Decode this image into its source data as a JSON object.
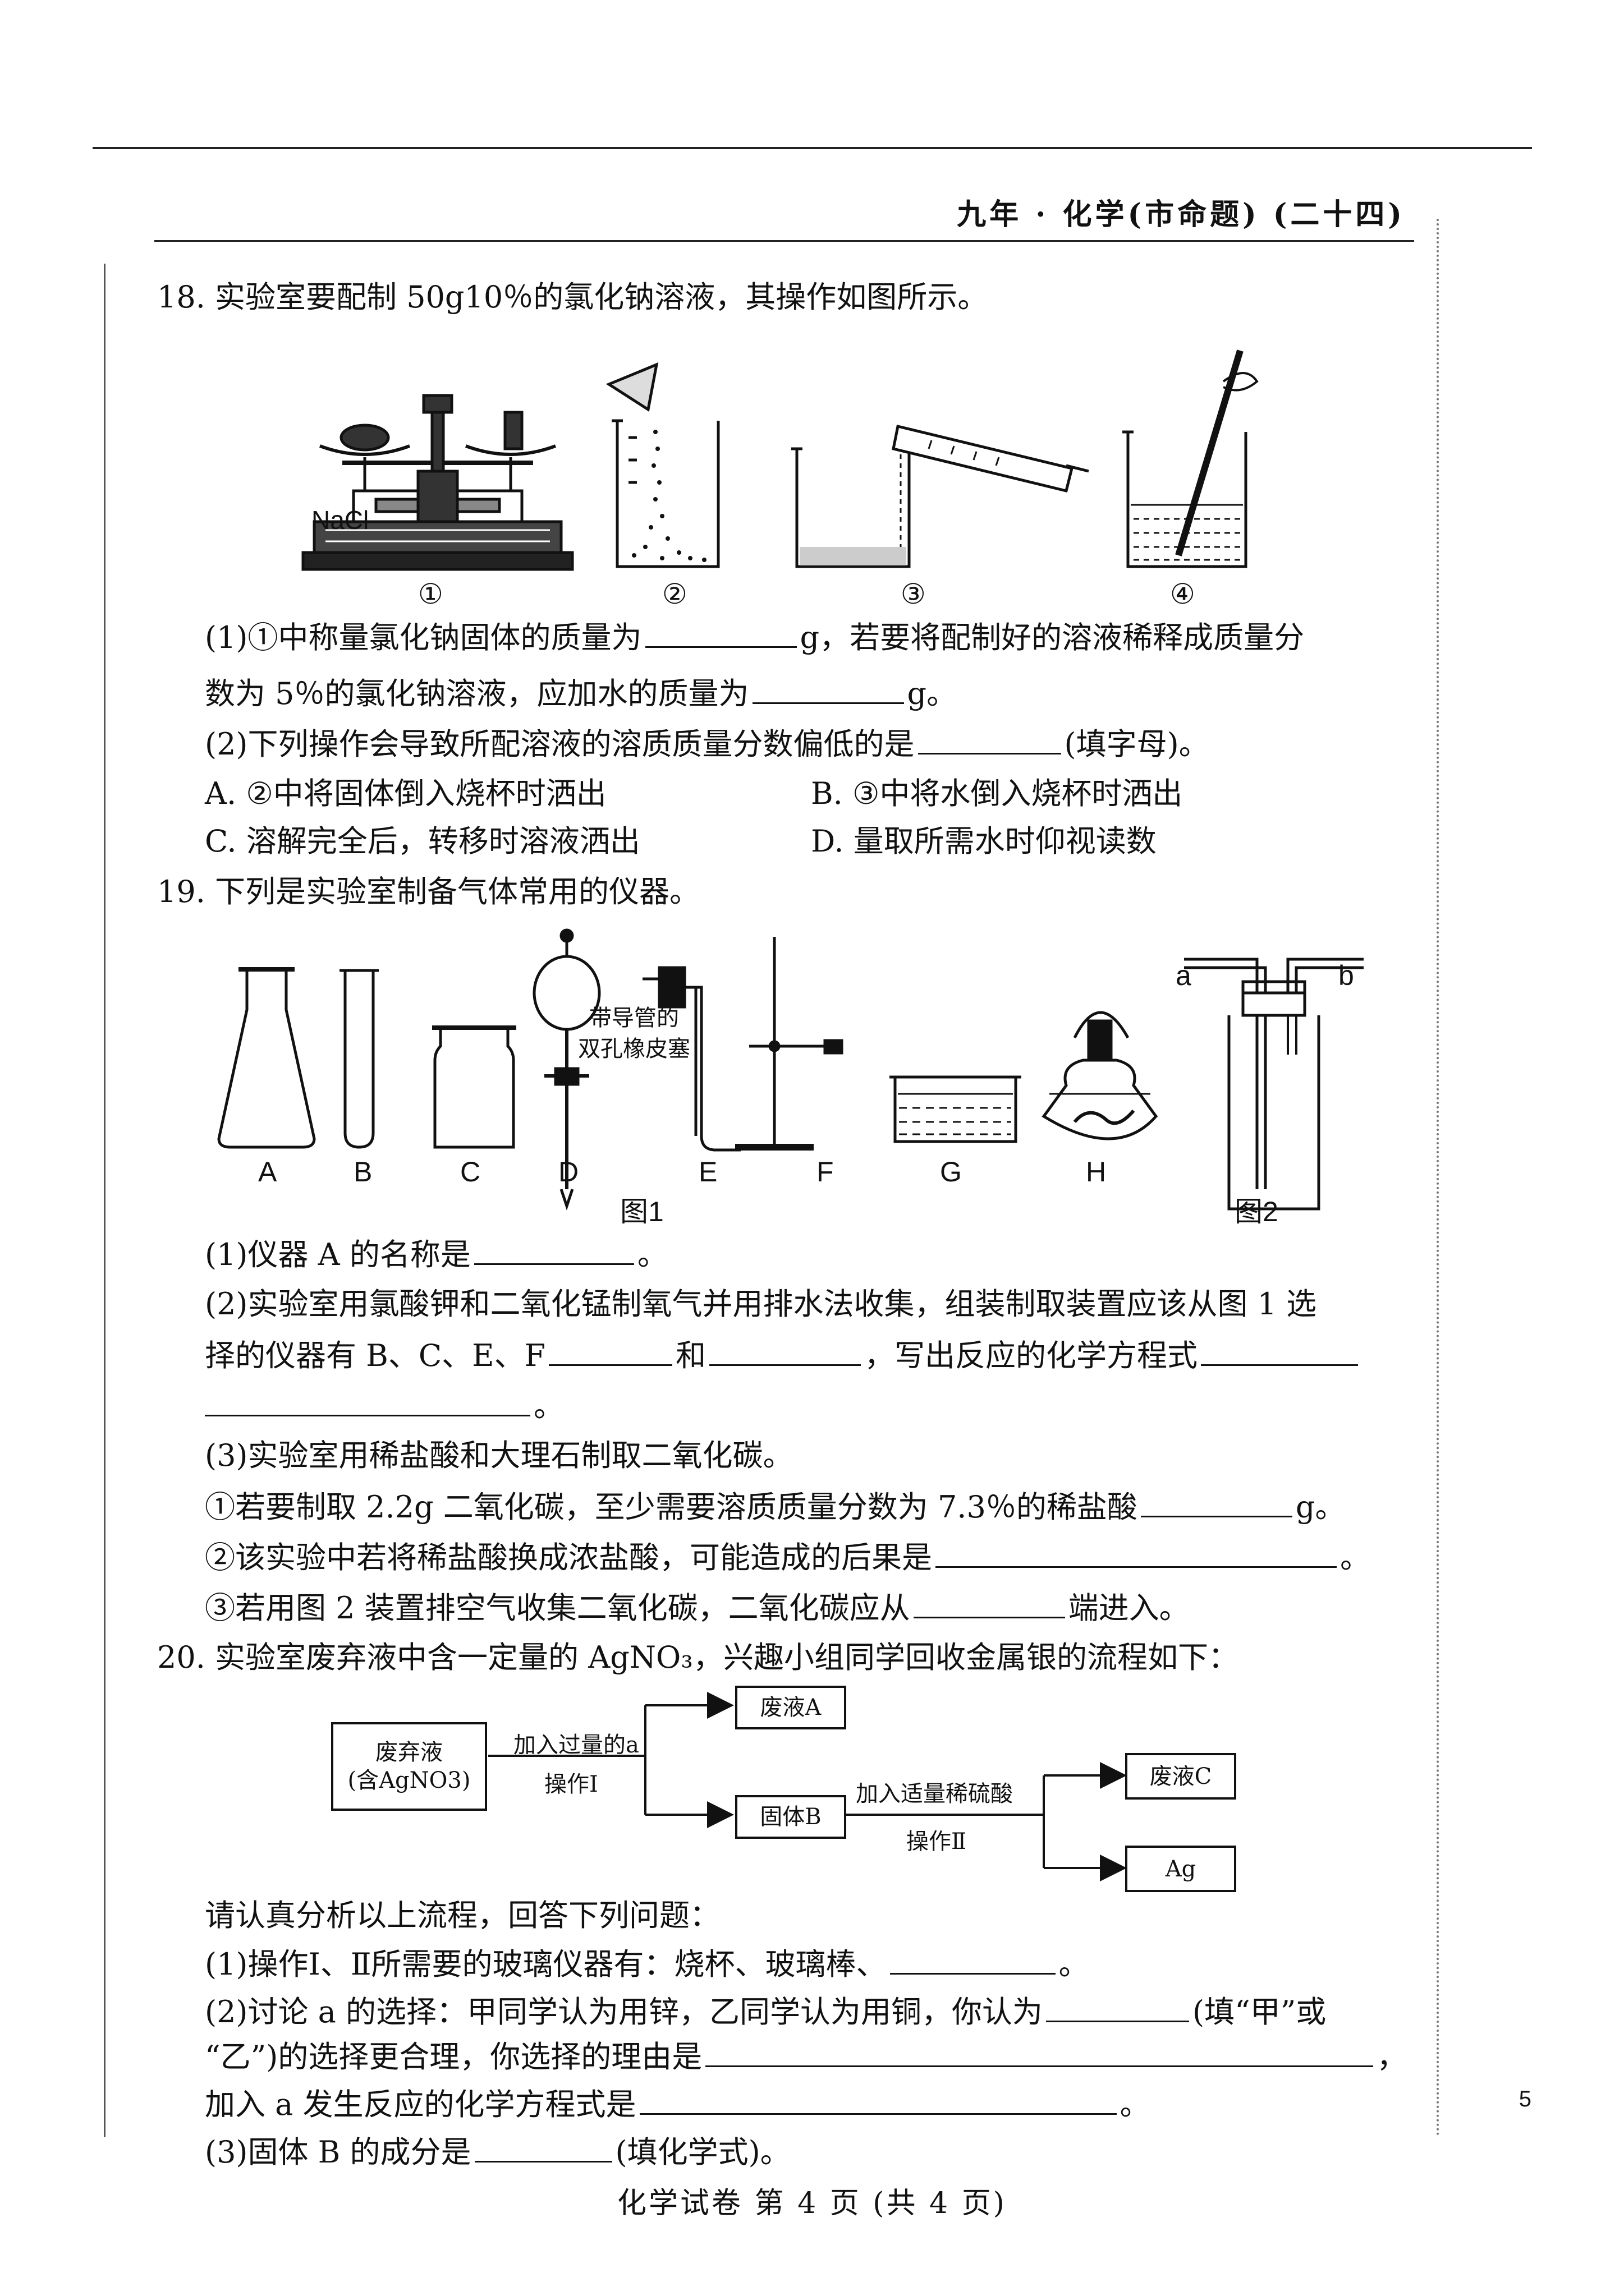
{
  "header": {
    "title": "九年 · 化学(市命题)  (二十四)"
  },
  "q18": {
    "stem": "18. 实验室要配制 50g10％的氯化钠溶液，其操作如图所示。",
    "fig_label_nacl": "NaCl",
    "fig_steps": [
      "①",
      "②",
      "③",
      "④"
    ],
    "p1a": "(1)①中称量氯化钠固体的质量为",
    "p1b": "g，若要将配制好的溶液稀释成质量分",
    "p1c": "数为 5％的氯化钠溶液，应加水的质量为",
    "p1d": "g。",
    "p2a": "(2)下列操作会导致所配溶液的溶质质量分数偏低的是",
    "p2b": "(填字母)。",
    "optA": "A. ②中将固体倒入烧杯时洒出",
    "optB": "B. ③中将水倒入烧杯时洒出",
    "optC": "C. 溶解完全后，转移时溶液洒出",
    "optD": "D. 量取所需水时仰视读数"
  },
  "q19": {
    "stem": "19. 下列是实验室制备气体常用的仪器。",
    "letters": [
      "A",
      "B",
      "C",
      "D",
      "E",
      "F",
      "G",
      "H"
    ],
    "stopper_label_1": "带导管的",
    "stopper_label_2": "双孔橡皮塞",
    "fig1": "图1",
    "fig2": "图2",
    "port_a": "a",
    "port_b": "b",
    "p1a": "(1)仪器 A 的名称是",
    "p1b": "。",
    "p2a": "(2)实验室用氯酸钾和二氧化锰制氧气并用排水法收集，组装制取装置应该从图 1 选",
    "p2b": "择的仪器有 B、C、E、F",
    "p2c": "和",
    "p2d": "，写出反应的化学方程式",
    "p2e": "。",
    "p3": "(3)实验室用稀盐酸和大理石制取二氧化碳。",
    "p3_1a": "①若要制取 2.2g 二氧化碳，至少需要溶质质量分数为 7.3％的稀盐酸",
    "p3_1b": "g。",
    "p3_2a": "②该实验中若将稀盐酸换成浓盐酸，可能造成的后果是",
    "p3_2b": "。",
    "p3_3a": "③若用图 2 装置排空气收集二氧化碳，二氧化碳应从",
    "p3_3b": "端进入。"
  },
  "q20": {
    "stem": "20. 实验室废弃液中含一定量的 AgNO₃，兴趣小组同学回收金属银的流程如下：",
    "flow": {
      "box_waste_1": "废弃液",
      "box_waste_2": "(含AgNO3)",
      "step1_top": "加入过量的a",
      "step1_bottom": "操作Ⅰ",
      "box_liquidA": "废液A",
      "box_solidB": "固体B",
      "step2_top": "加入适量稀硫酸",
      "step2_bottom": "操作Ⅱ",
      "box_liquidC": "废液C",
      "box_ag": "Ag"
    },
    "intro": "请认真分析以上流程，回答下列问题：",
    "p1a": "(1)操作Ⅰ、Ⅱ所需要的玻璃仪器有：烧杯、玻璃棒、",
    "p1b": "。",
    "p2a": "(2)讨论 a 的选择：甲同学认为用锌，乙同学认为用铜，你认为",
    "p2b": "(填“甲”或",
    "p2c": "“乙”)的选择更合理，你选择的理由是",
    "p2d": "，",
    "p2e": "加入 a 发生反应的化学方程式是",
    "p2f": "。",
    "p3a": "(3)固体 B 的成分是",
    "p3b": "(填化学式)。"
  },
  "footer": "化学试卷  第 4 页  (共 4 页)",
  "page_number": "5"
}
